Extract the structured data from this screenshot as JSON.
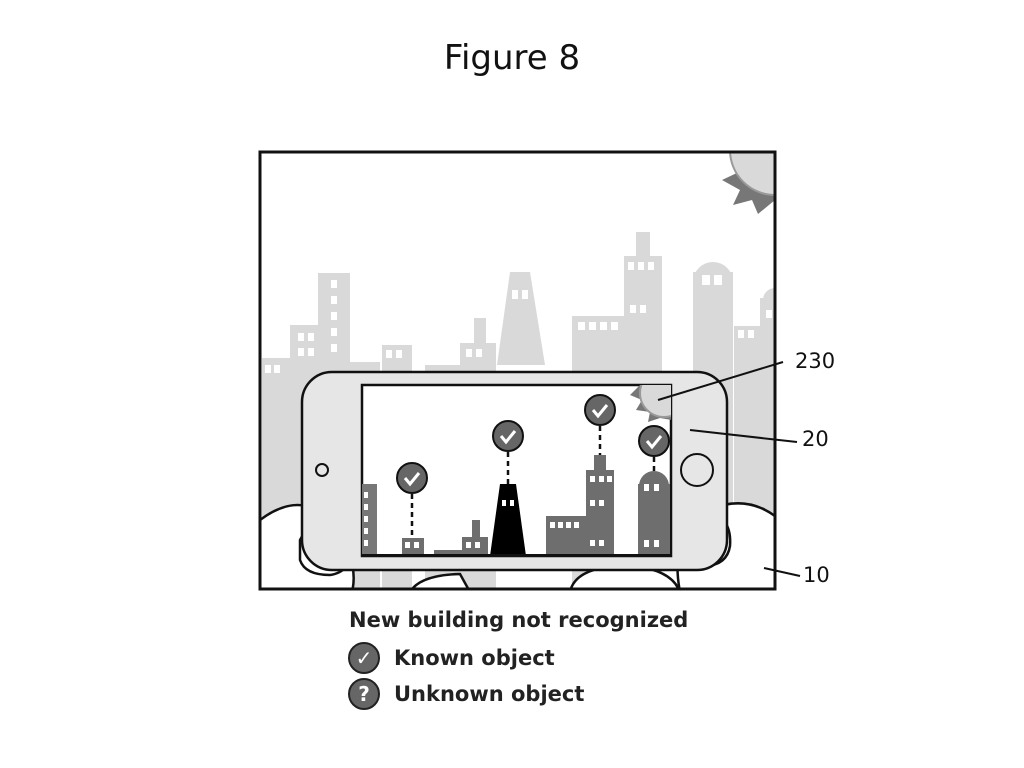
{
  "figure": {
    "title": "Figure 8",
    "references": {
      "screen": "230",
      "device": "20",
      "hands": "10"
    }
  },
  "caption": "New building not recognized",
  "legend": [
    {
      "icon": "check-mark-icon",
      "glyph": "✓",
      "label": "Known object"
    },
    {
      "icon": "question-mark-icon",
      "glyph": "?",
      "label": "Unknown object"
    }
  ],
  "colors": {
    "skyline": "#d9d9d9",
    "building_on_screen": "#6e6e6e",
    "unrecognized_building": "#000000",
    "marker": "#666666",
    "outline": "#111111"
  }
}
